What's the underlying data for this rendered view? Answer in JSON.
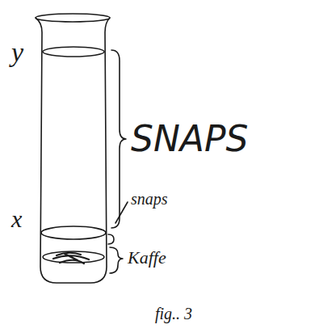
{
  "diagram": {
    "caption": "fig.. 3",
    "labels": [
      "y",
      "x",
      "SNAPS",
      "snaps",
      "Kaffe"
    ]
  }
}
